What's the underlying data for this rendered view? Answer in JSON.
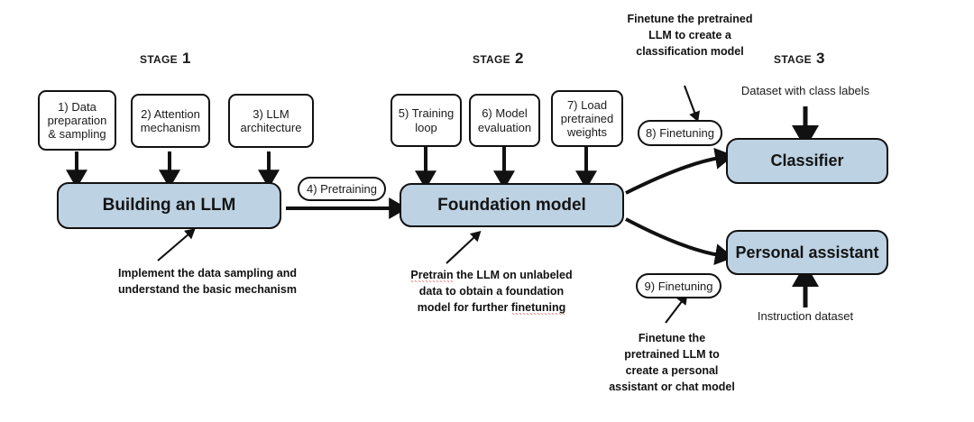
{
  "diagram": {
    "title_stages": [
      {
        "label": "Stage 1"
      },
      {
        "label": "Stage 2"
      },
      {
        "label": "Stage 3"
      }
    ],
    "stage1_steps": [
      {
        "label": "1) Data preparation & sampling"
      },
      {
        "label": "2) Attention mechanism"
      },
      {
        "label": "3) LLM architecture"
      }
    ],
    "stage2_steps": [
      {
        "label": "5) Training loop"
      },
      {
        "label": "6) Model evaluation"
      },
      {
        "label": "7) Load pretrained weights"
      }
    ],
    "pills": {
      "pretraining": "4) Pretraining",
      "finetuning_classifier": "8) Finetuning",
      "finetuning_assistant": "9) Finetuning"
    },
    "main_boxes": {
      "building_llm": "Building an LLM",
      "foundation_model": "Foundation model",
      "classifier": "Classifier",
      "personal_assistant": "Personal assistant"
    },
    "captions": {
      "dataset_class_labels": "Dataset with class labels",
      "instruction_dataset": "Instruction dataset"
    },
    "annotations": {
      "stage1_note": [
        "Implement the data sampling and",
        "understand the basic mechanism"
      ],
      "stage2_note": [
        "Pretrain the LLM on unlabeled",
        "data to obtain a foundation",
        "model for further finetuning"
      ],
      "stage2_note_misspelled": [
        "Pretrain",
        "finetuning"
      ],
      "classifier_note": [
        "Finetune the pretrained",
        "LLM to create a",
        "classification model"
      ],
      "assistant_note": [
        "Finetune the",
        "pretrained LLM to",
        "create a personal",
        "assistant or chat model"
      ]
    },
    "colors": {
      "box_fill": "#bdd2e3",
      "stroke": "#111111",
      "spellcheck": "#e8928c",
      "background": "#ffffff"
    }
  }
}
